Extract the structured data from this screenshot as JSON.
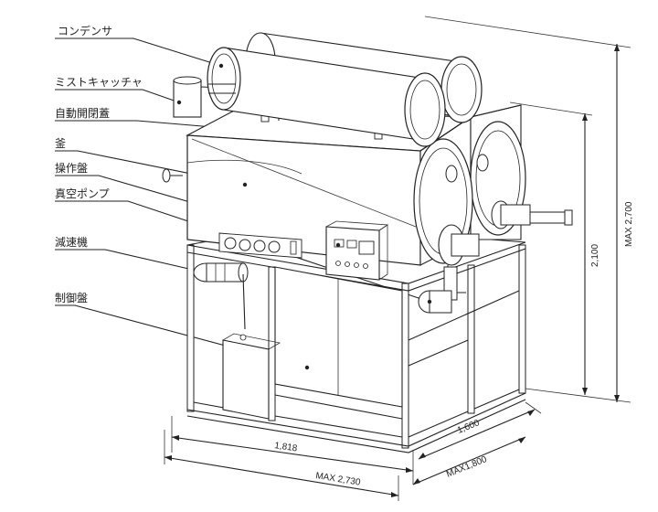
{
  "labels": [
    {
      "id": "condenser",
      "text": "コンデンサ"
    },
    {
      "id": "mist-catcher",
      "text": "ミストキャッチャ"
    },
    {
      "id": "auto-lid",
      "text": "自動開閉蓋"
    },
    {
      "id": "kettle",
      "text": "釜"
    },
    {
      "id": "operation-panel",
      "text": "操作盤"
    },
    {
      "id": "vacuum-pump",
      "text": "真空ポンプ"
    },
    {
      "id": "reducer",
      "text": "減速機"
    },
    {
      "id": "control-panel",
      "text": "制御盤"
    }
  ],
  "dimensions": {
    "width": "1,818",
    "depth": "1,600",
    "max_width": "MAX 2,730",
    "max_depth": "MAX1,800",
    "height": "2,100",
    "max_height": "MAX 2,700"
  },
  "colors": {
    "line": "#222222",
    "panel": "#ffffff"
  }
}
